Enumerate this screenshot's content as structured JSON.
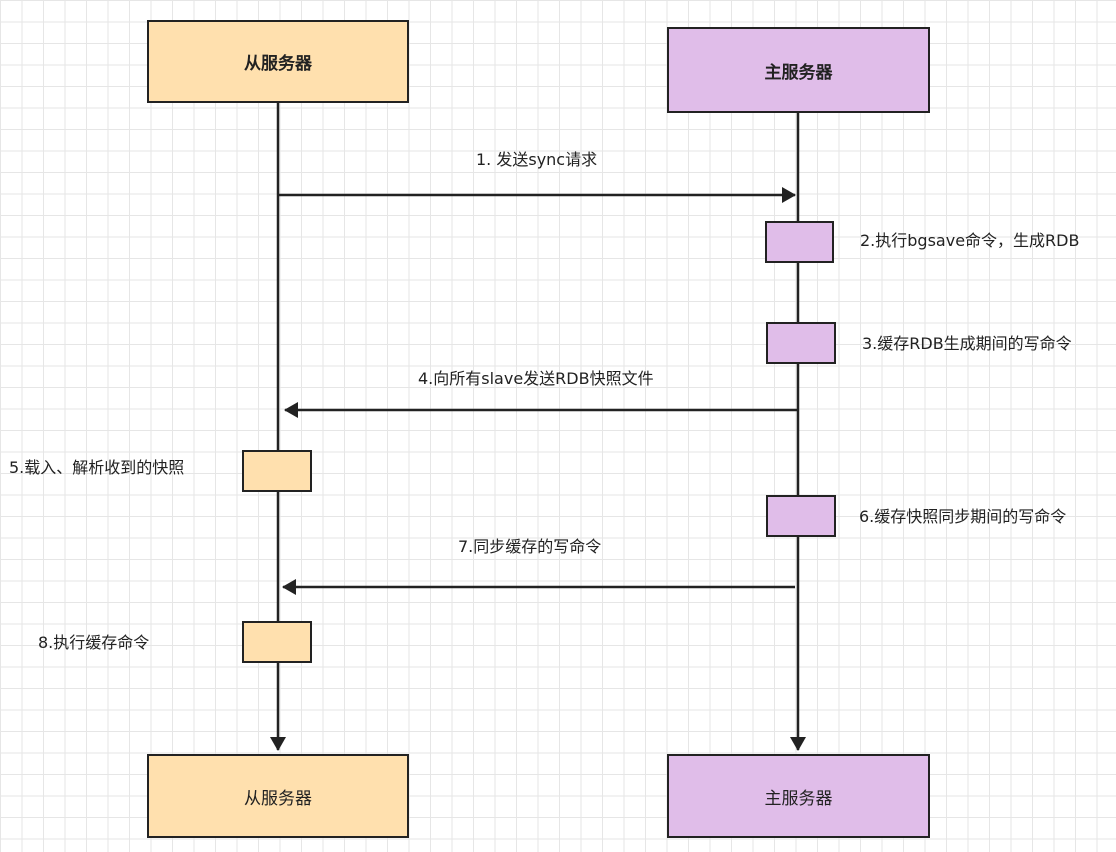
{
  "participants": {
    "slave_top": "从服务器",
    "master_top": "主服务器",
    "slave_bottom": "从服务器",
    "master_bottom": "主服务器"
  },
  "steps": {
    "s1": "1. 发送sync请求",
    "s2": "2.执行bgsave命令，生成RDB",
    "s3": "3.缓存RDB生成期间的写命令",
    "s4": "4.向所有slave发送RDB快照文件",
    "s5": "5.载入、解析收到的快照",
    "s6": "6.缓存快照同步期间的写命令",
    "s7": "7.同步缓存的写命令",
    "s8": "8.执行缓存命令"
  },
  "colors": {
    "slave_fill": "#ffe0ae",
    "master_fill": "#e0bde9",
    "stroke": "#222222",
    "grid": "#e6e6e6"
  }
}
